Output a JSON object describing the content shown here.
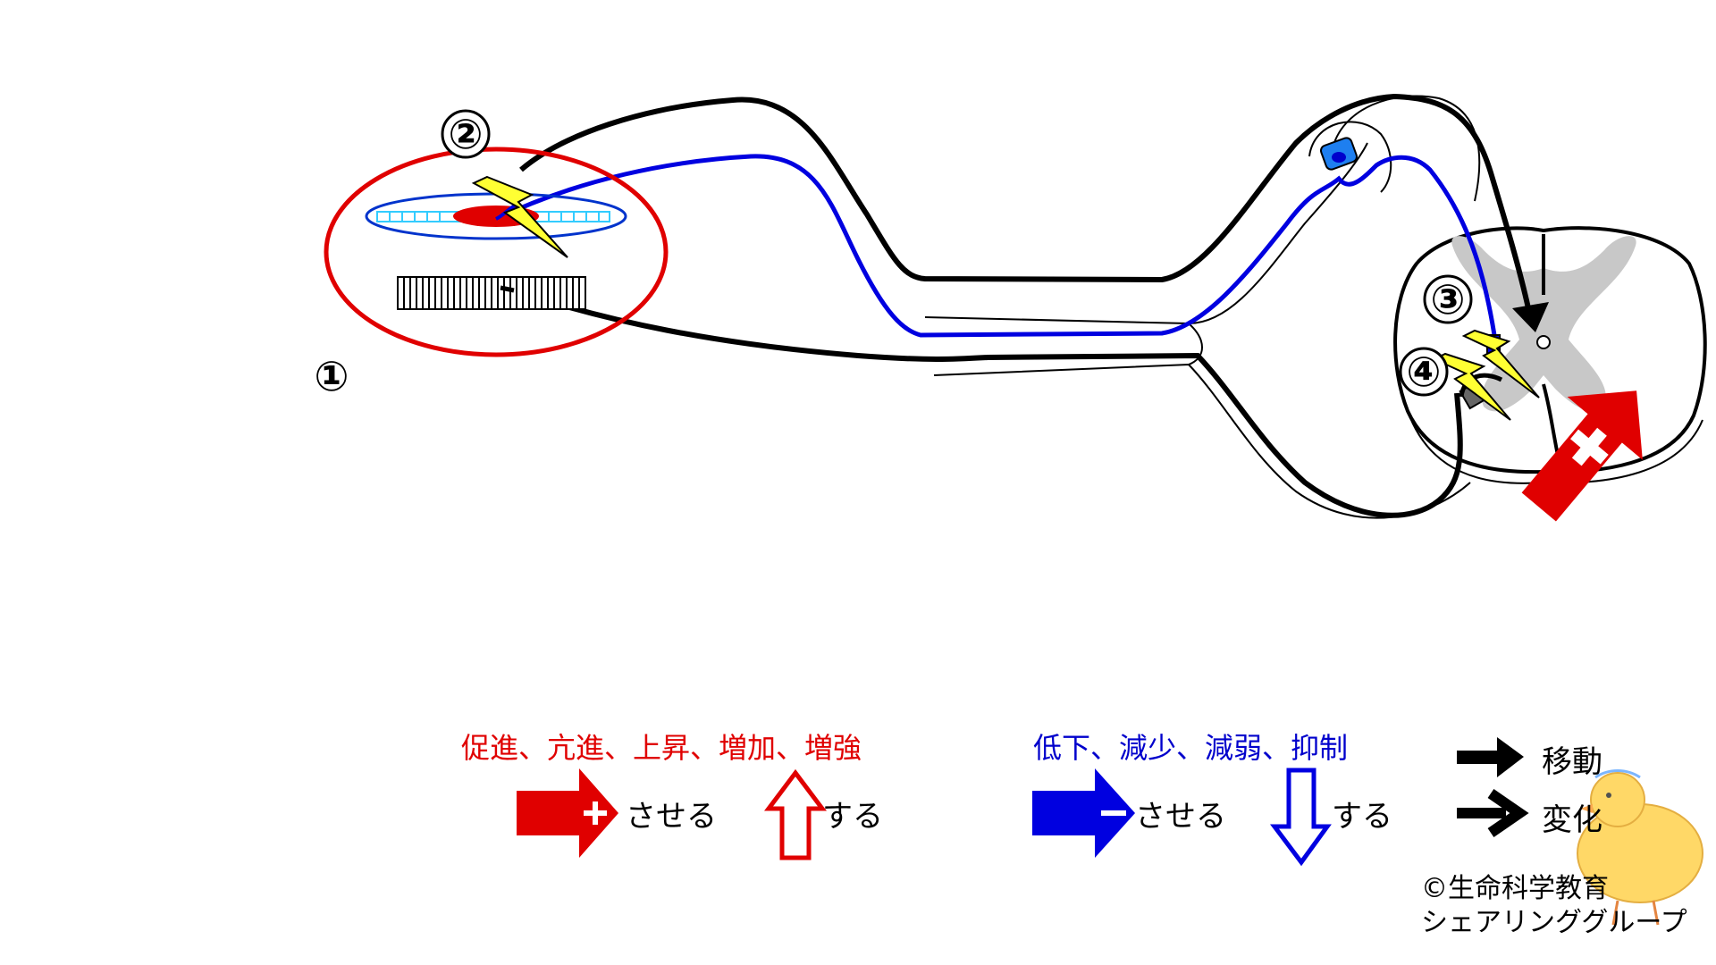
{
  "labels": {
    "one": "①",
    "two": "②",
    "three": "③",
    "four": "④"
  },
  "legend": {
    "increase_header": "促進、亢進、上昇、増加、増強",
    "decrease_header": "低下、減少、減弱、抑制",
    "make_increase": "させる",
    "do_increase": "する",
    "make_decrease": "させる",
    "do_decrease": "する",
    "move": "移動",
    "change": "変化"
  },
  "copyright": {
    "line1": "©生命科学教育",
    "line2": "シェアリンググループ"
  },
  "colors": {
    "red": "#e00000",
    "blue": "#0000e0",
    "yellow": "#ffff33",
    "cyan": "#33ccff",
    "gray": "#c8c8c8"
  }
}
